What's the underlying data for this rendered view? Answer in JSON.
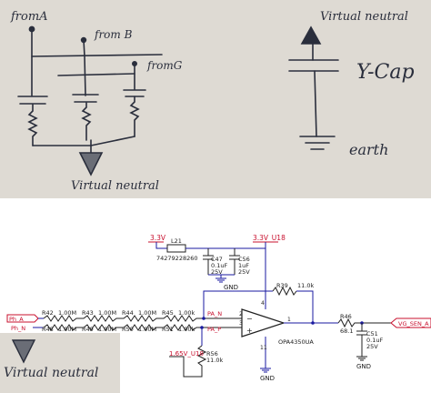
{
  "sketch_labels": {
    "from_a": "fromA",
    "from_b": "from B",
    "from_g": "fromG",
    "virtual_neutral_left": "Virtual neutral",
    "virtual_neutral_right": "Virtual neutral",
    "y_cap": "Y-Cap",
    "earth": "earth"
  },
  "inset_label": "Virtual neutral",
  "schematic": {
    "supply_3v3": "3.3V",
    "supply_3v3_u18": "3.3V_U18",
    "supply_1v65": "1.65V_U18",
    "inductor_ref": "L21",
    "inductor_part": "74279228260",
    "c47_ref": "C47",
    "c47_value": "0.1uF",
    "c47_voltage": "25V",
    "c56_ref": "C56",
    "c56_value": "1uF",
    "c56_voltage": "25V",
    "gnd": "GND",
    "r39_ref": "R39",
    "r39_value": "11.0k",
    "pin_4": "4",
    "pin_2": "2",
    "pin_3": "3",
    "pin_1": "1",
    "pin_11": "11",
    "opamp_part": "OPA4350UA",
    "input_a": "Ph_A",
    "input_n": "Ph_N",
    "net_pa_n": "PA_N",
    "net_pa_p": "PA_P",
    "top_chain": [
      {
        "ref": "R42",
        "value": "1.00M"
      },
      {
        "ref": "R43",
        "value": "1.00M"
      },
      {
        "ref": "R44",
        "value": "1.00M"
      },
      {
        "ref": "R45",
        "value": "1.00k"
      }
    ],
    "bottom_chain": [
      {
        "ref": "R48",
        "value": "1.00M"
      },
      {
        "ref": "R49",
        "value": "1.00M"
      },
      {
        "ref": "R50",
        "value": "1.00M"
      },
      {
        "ref": "R51",
        "value": "1.00k"
      }
    ],
    "r56_ref": "R56",
    "r56_value": "11.0k",
    "r46_ref": "R46",
    "r46_value": "68.1",
    "c51_ref": "C51",
    "c51_value": "0.1uF",
    "c51_voltage": "25V",
    "output_net": "VG_SEN_A"
  },
  "colors": {
    "paper": "#dedad3",
    "pencil": "#2a2e3c",
    "wire": "#1a1aa0",
    "net_label": "#c8102e",
    "component": "#202020"
  }
}
